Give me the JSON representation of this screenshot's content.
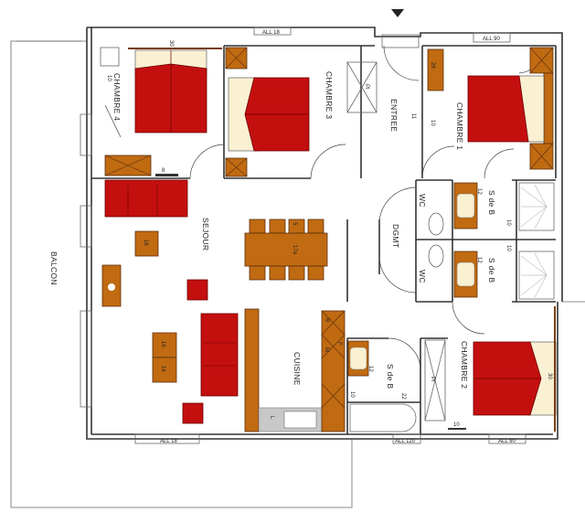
{
  "colors": {
    "bed_red": "#c40f0f",
    "wood": "#c06a12",
    "pillow": "#faf0d2",
    "wall": "#333333",
    "sink_gray": "#c8c8c8"
  },
  "rooms": {
    "chambre4": "CHAMBRE 4",
    "chambre3": "CHAMBRE 3",
    "entree": "ENTREE",
    "chambre1": "CHAMBRE 1",
    "sejour": "SEJOUR",
    "balcon": "BALCON",
    "dgmt": "DGMT",
    "wc1": "WC",
    "wc2": "WC",
    "sdb1": "S de B",
    "sdb2": "S de B",
    "sdb3": "S de B",
    "chambre2": "CHAMBRE 2",
    "cuisine": "CUISINE"
  },
  "window_labels": {
    "top_left": "ALL 18",
    "top_right": "ALL 90",
    "bottom_sejour": "ALL 18",
    "bottom_sdb": "ALL 120",
    "bottom_right": "ALL 90"
  },
  "fixture_labels": {
    "bed4": "30",
    "plug4": "10",
    "drawer4": "8",
    "wardrobe1": "28",
    "plug_entree_a": "11",
    "plug_entree_b": "10",
    "table": "17a",
    "chair": "5",
    "ottoman": "16",
    "table_a": "16",
    "table_b": "16",
    "sdb1_sink": "12",
    "sdb2_sink": "12",
    "sdb1_plug": "10",
    "sdb2_plug": "10",
    "sdb3_sink": "12",
    "sdb3_plug": "10",
    "bath": "22",
    "chambre2_plug": "10",
    "bed2": "30",
    "pl": "Pl",
    "pl2": "Pl",
    "kitchen_r": "R",
    "kitchen_f": "F",
    "kitchen_m": "M",
    "kitchen_l": "L"
  }
}
